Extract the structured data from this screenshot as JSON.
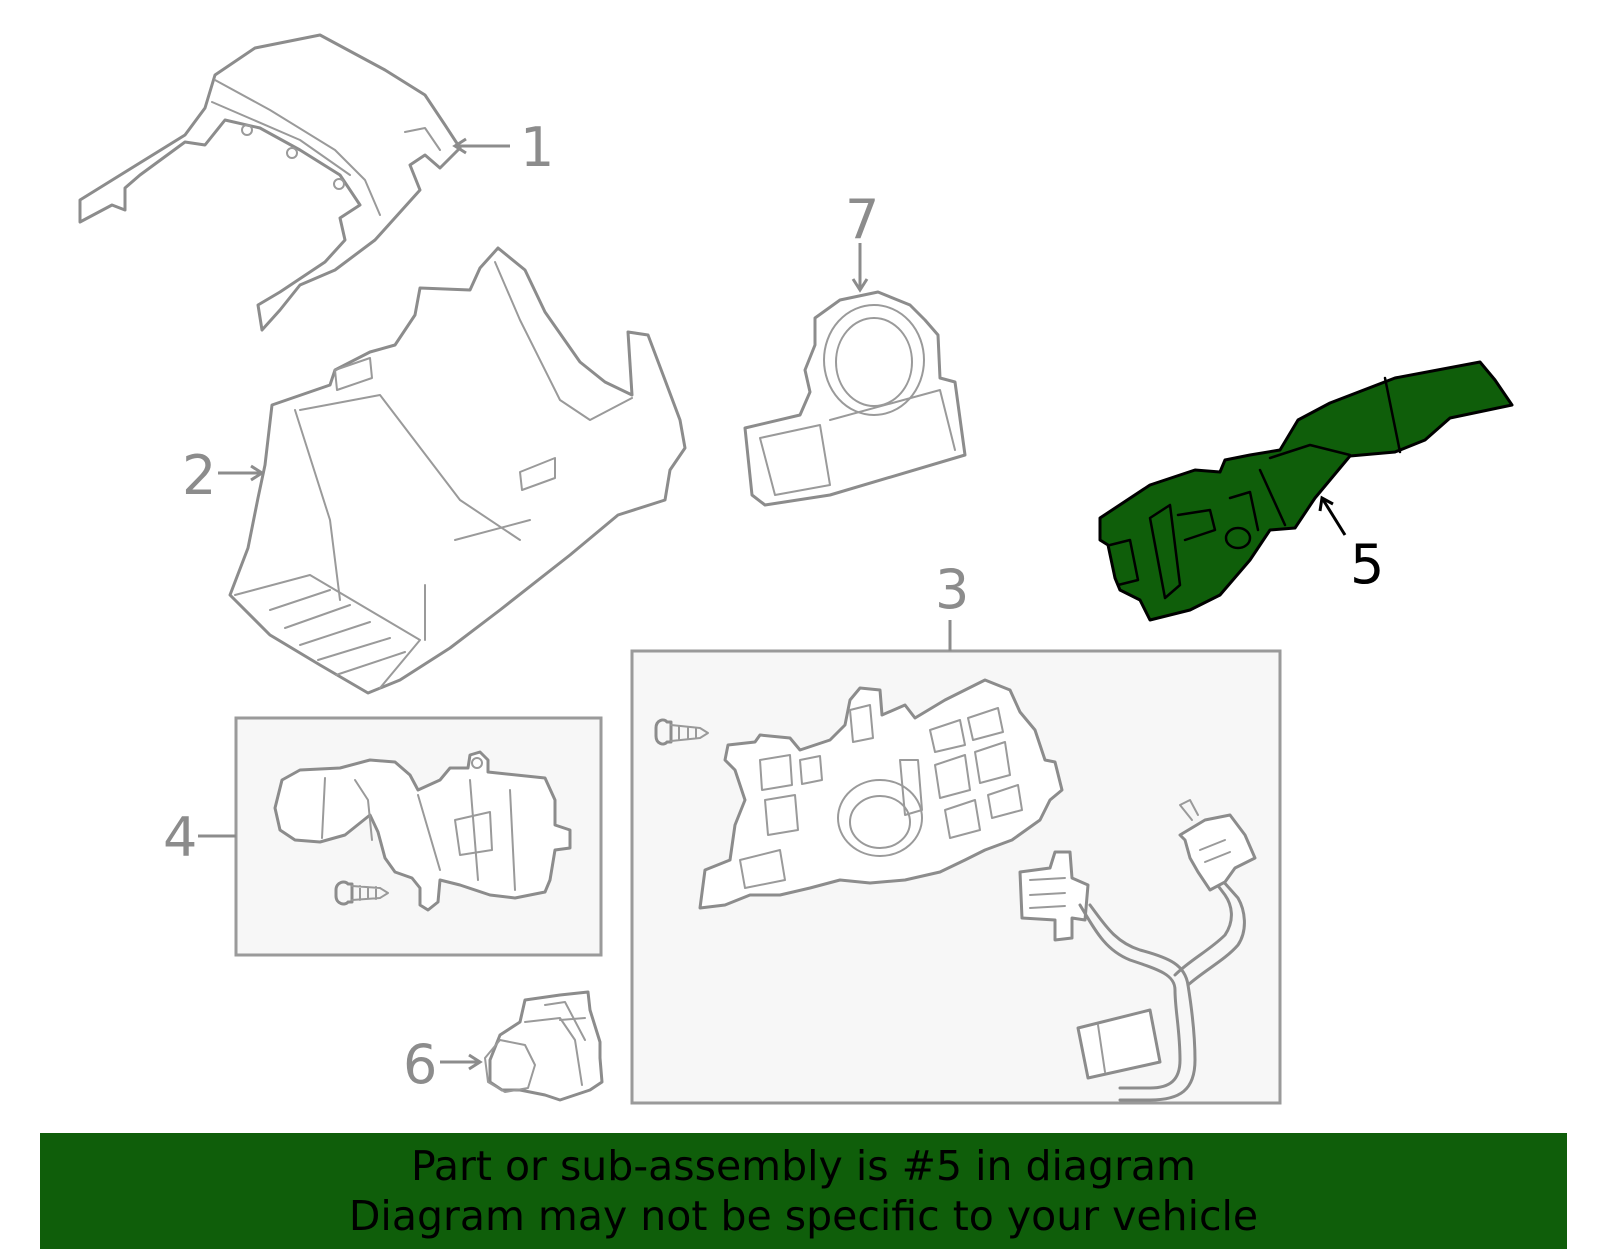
{
  "diagram": {
    "callouts": [
      "1",
      "2",
      "3",
      "4",
      "5",
      "6",
      "7"
    ],
    "highlighted_callout": "5",
    "highlight_color": "#0f5e0a",
    "line_color": "#8c8c8c",
    "kit_box_fill": "#f7f7f7"
  },
  "banner": {
    "line1": "Part or sub-assembly is #5 in diagram",
    "line2": "Diagram may not be specific to your vehicle",
    "background": "#0f5e0a"
  }
}
